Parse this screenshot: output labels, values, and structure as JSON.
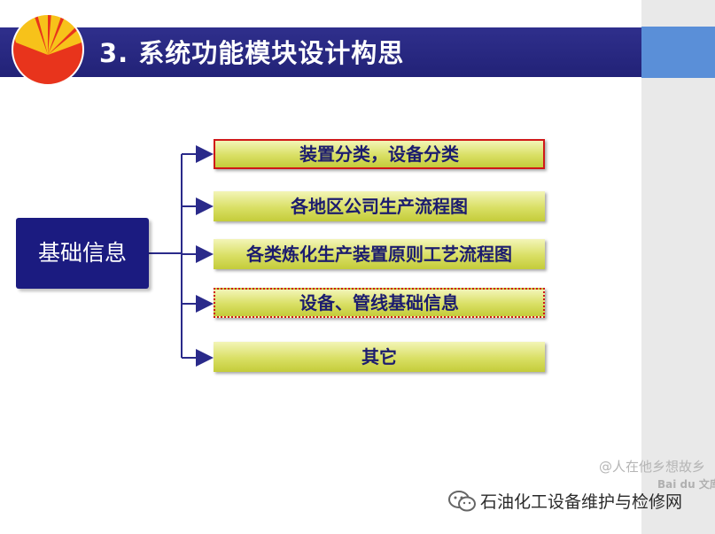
{
  "title": "3. 系统功能模块设计构思",
  "root": {
    "label": "基础信息"
  },
  "nodes": [
    {
      "label": "装置分类，设备分类"
    },
    {
      "label": "各地区公司生产流程图"
    },
    {
      "label": "各类炼化生产装置原则工艺流程图"
    },
    {
      "label": "设备、管线基础信息"
    },
    {
      "label": "其它"
    }
  ],
  "watermark": {
    "line1": "@人在他乡想故乡",
    "line2": "Bai du 文库"
  },
  "footer": {
    "account_name": "石油化工设备维护与检修网"
  },
  "colors": {
    "title_bar": "#222277",
    "root_box": "#1b1b80",
    "node_fill": "#d9df64",
    "node_text": "#1c1c6e",
    "highlight_border": "#d01818",
    "connector": "#2a2a8a"
  },
  "icons": {
    "logo": "petrochina-logo",
    "footer": "wechat-icon"
  }
}
